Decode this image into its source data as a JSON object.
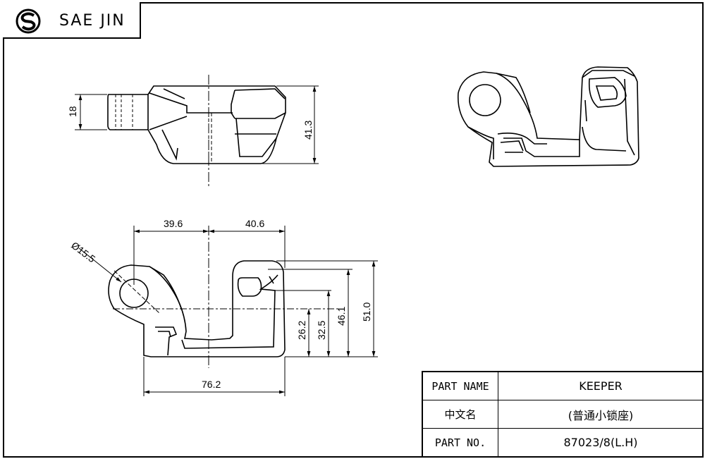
{
  "brand": {
    "name": "SAE JIN",
    "logo_icon": "sj-logo-icon"
  },
  "dimensions": {
    "height_18": "18",
    "height_41_3": "41.3",
    "width_39_6": "39.6",
    "width_40_6": "40.6",
    "diameter_15_5": "Ø15.5",
    "height_26_2": "26.2",
    "height_32_5": "32.5",
    "height_46_1": "46.1",
    "height_51_0": "51.0",
    "width_76_2": "76.2"
  },
  "title_block": {
    "part_name_label": "PART NAME",
    "part_name_value": "KEEPER",
    "chinese_name_label": "中文名",
    "chinese_name_value": "(普通小锁座)",
    "part_no_label": "PART NO.",
    "part_no_value": "87023/8(L.H)"
  }
}
